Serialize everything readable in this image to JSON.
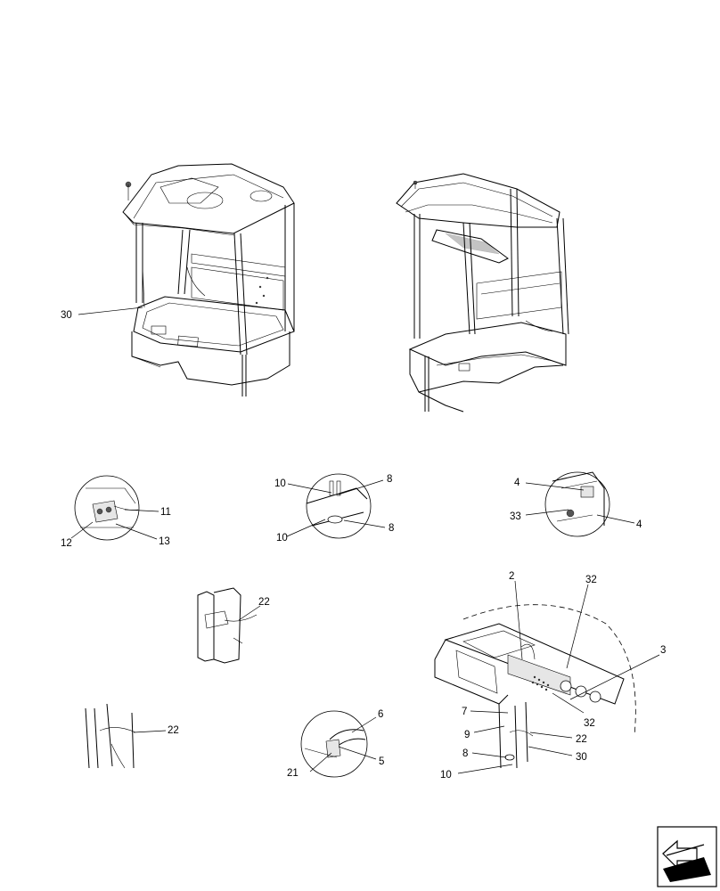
{
  "callouts": {
    "c30_top": "30",
    "c10_a": "10",
    "c8_a": "8",
    "c10_b": "10",
    "c8_b": "8",
    "c4_a": "4",
    "c33": "33",
    "c4_b": "4",
    "c11": "11",
    "c12": "12",
    "c13": "13",
    "c22_a": "22",
    "c22_b": "22",
    "c6": "6",
    "c21": "21",
    "c5": "5",
    "c2": "2",
    "c32_a": "32",
    "c3": "3",
    "c7": "7",
    "c32_b": "32",
    "c9": "9",
    "c22_c": "22",
    "c8_c": "8",
    "c30_b": "30",
    "c10_c": "10"
  },
  "icons": {
    "orientation": "view-direction-arrow-icon"
  }
}
